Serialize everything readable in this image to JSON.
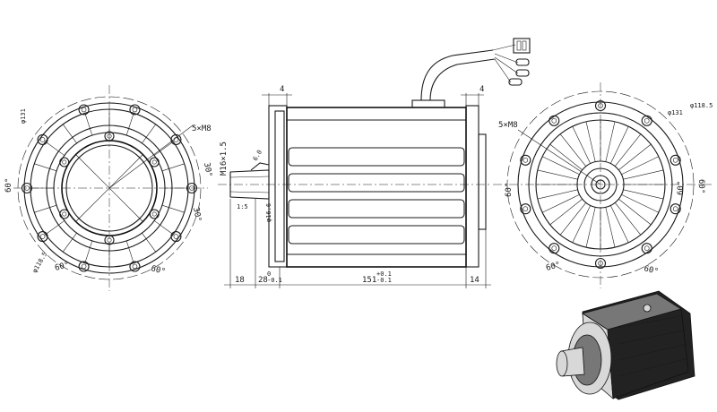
{
  "drawing": {
    "front_view": {
      "bolt_label": "5×M8",
      "flange_dia_label": "φ131",
      "bolt_circle_label": "φ118.5",
      "angle_labels": [
        "60°",
        "30°",
        "30°",
        "60°",
        "60°"
      ]
    },
    "side_view": {
      "shaft_thread_label": "M16×1.5",
      "shaft_dia_label": "φ16.6",
      "slope_label": "1:5",
      "small_label": "6.0",
      "top_left_dim": "4",
      "top_right_dim": "4",
      "dim_18": "18",
      "dim_28": "28",
      "dim_28_tol": "0\n-0.1",
      "dim_151": "151",
      "dim_151_tol": "+0.1\n-0.1",
      "dim_14": "14"
    },
    "rear_view": {
      "bolt_label": "5×M8",
      "flange_dia_label": "φ131",
      "bolt_circle_label": "φ118.5",
      "angle_labels": [
        "60°",
        "60°",
        "60°",
        "60°",
        "60°"
      ]
    }
  },
  "colors": {
    "line": "#1a1a1a",
    "background": "#ffffff",
    "render_dark": "#222222",
    "render_mid": "#777777"
  }
}
